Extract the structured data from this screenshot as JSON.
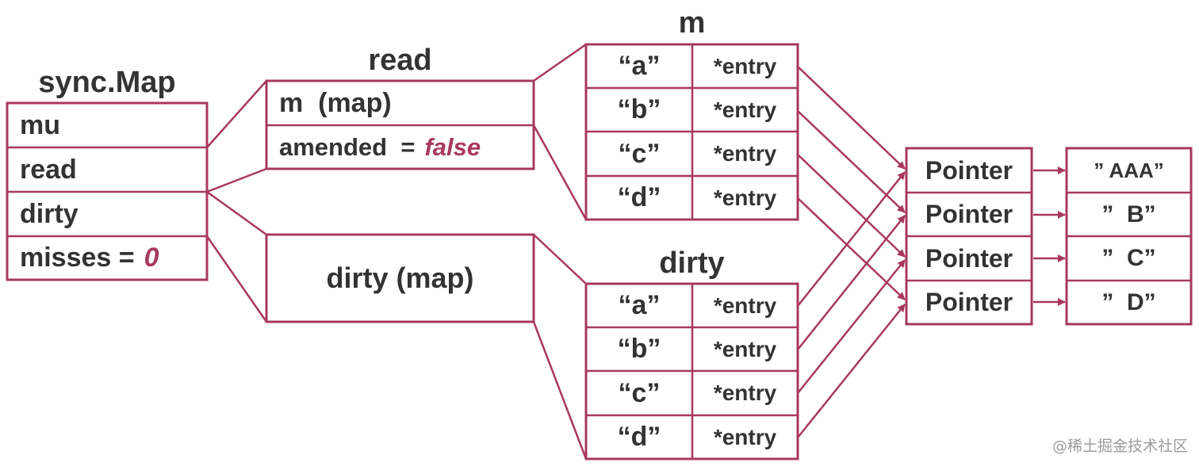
{
  "sync_map": {
    "title": "sync.Map",
    "fields": [
      "mu",
      "read",
      "dirty"
    ],
    "misses_label": "misses =",
    "misses_value": "0"
  },
  "read_struct": {
    "title": "read",
    "m_field": "m  (map)",
    "amended_label": "amended  =",
    "amended_value": "false"
  },
  "dirty_box": {
    "label": "dirty (map)"
  },
  "m_map": {
    "title": "m",
    "keys": [
      "“a”",
      "“b”",
      "“c”",
      "“d”"
    ],
    "entries": [
      "*entry",
      "*entry",
      "*entry",
      "*entry"
    ]
  },
  "dirty_map": {
    "title": "dirty",
    "keys": [
      "“a”",
      "“b”",
      "“c”",
      "“d”"
    ],
    "entries": [
      "*entry",
      "*entry",
      "*entry",
      "*entry"
    ]
  },
  "pointers": [
    "Pointer",
    "Pointer",
    "Pointer",
    "Pointer"
  ],
  "values": [
    "” AAA”",
    "”  B”",
    "”  C”",
    "”  D”"
  ],
  "watermark": "@稀土掘金技术社区",
  "colors": {
    "accent": "#a8385f",
    "text": "#333333"
  }
}
